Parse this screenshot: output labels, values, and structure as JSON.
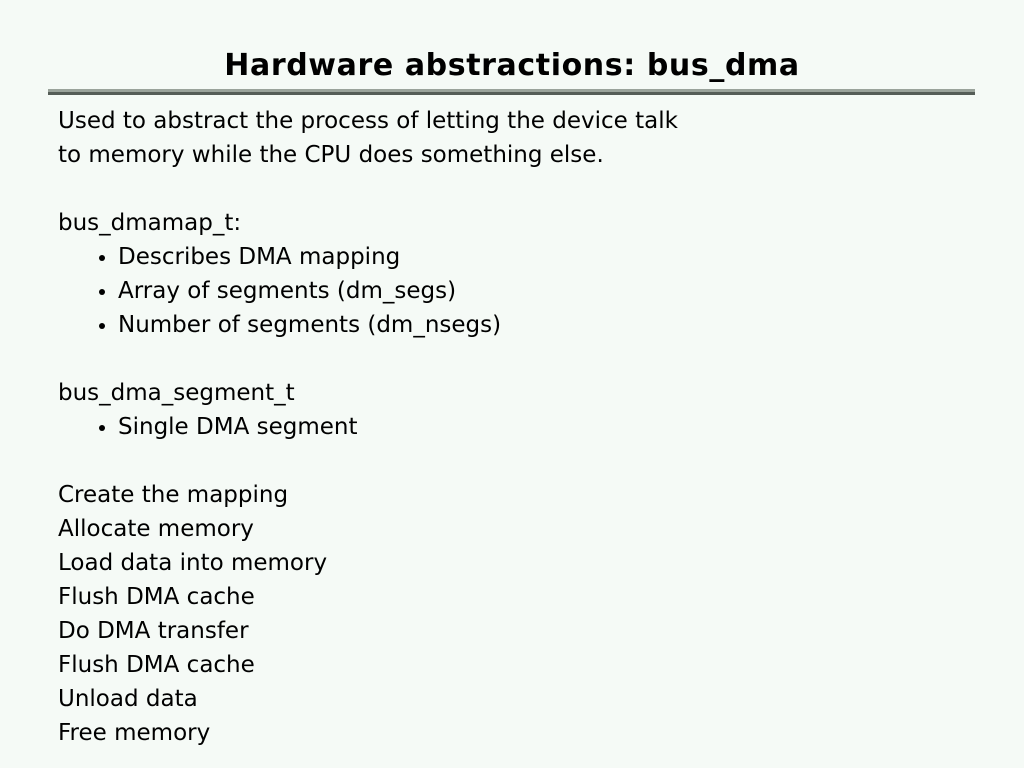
{
  "slide": {
    "title": "Hardware abstractions: bus_dma",
    "intro_lines": [
      "Used to abstract the process of letting the device talk",
      "to memory while the CPU does something else."
    ],
    "sections": [
      {
        "heading": "bus_dmamap_t:",
        "bullets": [
          "Describes DMA mapping",
          "Array of segments (dm_segs)",
          "Number of segments (dm_nsegs)"
        ]
      },
      {
        "heading": "bus_dma_segment_t",
        "bullets": [
          "Single DMA segment"
        ]
      }
    ],
    "steps": [
      "Create the mapping",
      "Allocate memory",
      "Load data into memory",
      "Flush DMA cache",
      "Do DMA transfer",
      "Flush DMA cache",
      "Unload data",
      "Free memory"
    ],
    "colors": {
      "background": "#f5faf6",
      "text": "#000000",
      "rule_light": "#9aa39b",
      "rule_dark": "#555d57"
    }
  }
}
